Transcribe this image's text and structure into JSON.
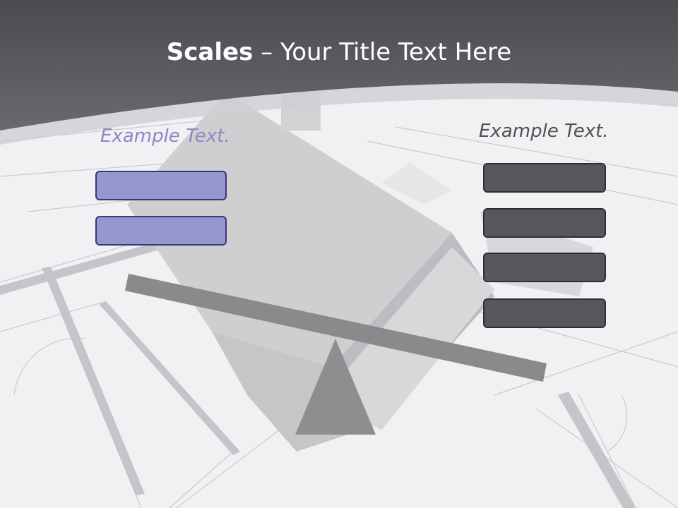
{
  "title": {
    "bold": "Scales",
    "rest": " – Your Title Text Here"
  },
  "left_panel": {
    "label": "Example Text.",
    "box_count": 2
  },
  "right_panel": {
    "label": "Example Text.",
    "box_count": 4
  },
  "colors": {
    "header": "#5a595f",
    "left_box_fill": "#9896cf",
    "left_box_border": "#3a3878",
    "right_box_fill": "#56565c",
    "right_box_border": "#2e2e33",
    "beam": "#8a8a8d",
    "fulcrum": "#8e8e91"
  }
}
